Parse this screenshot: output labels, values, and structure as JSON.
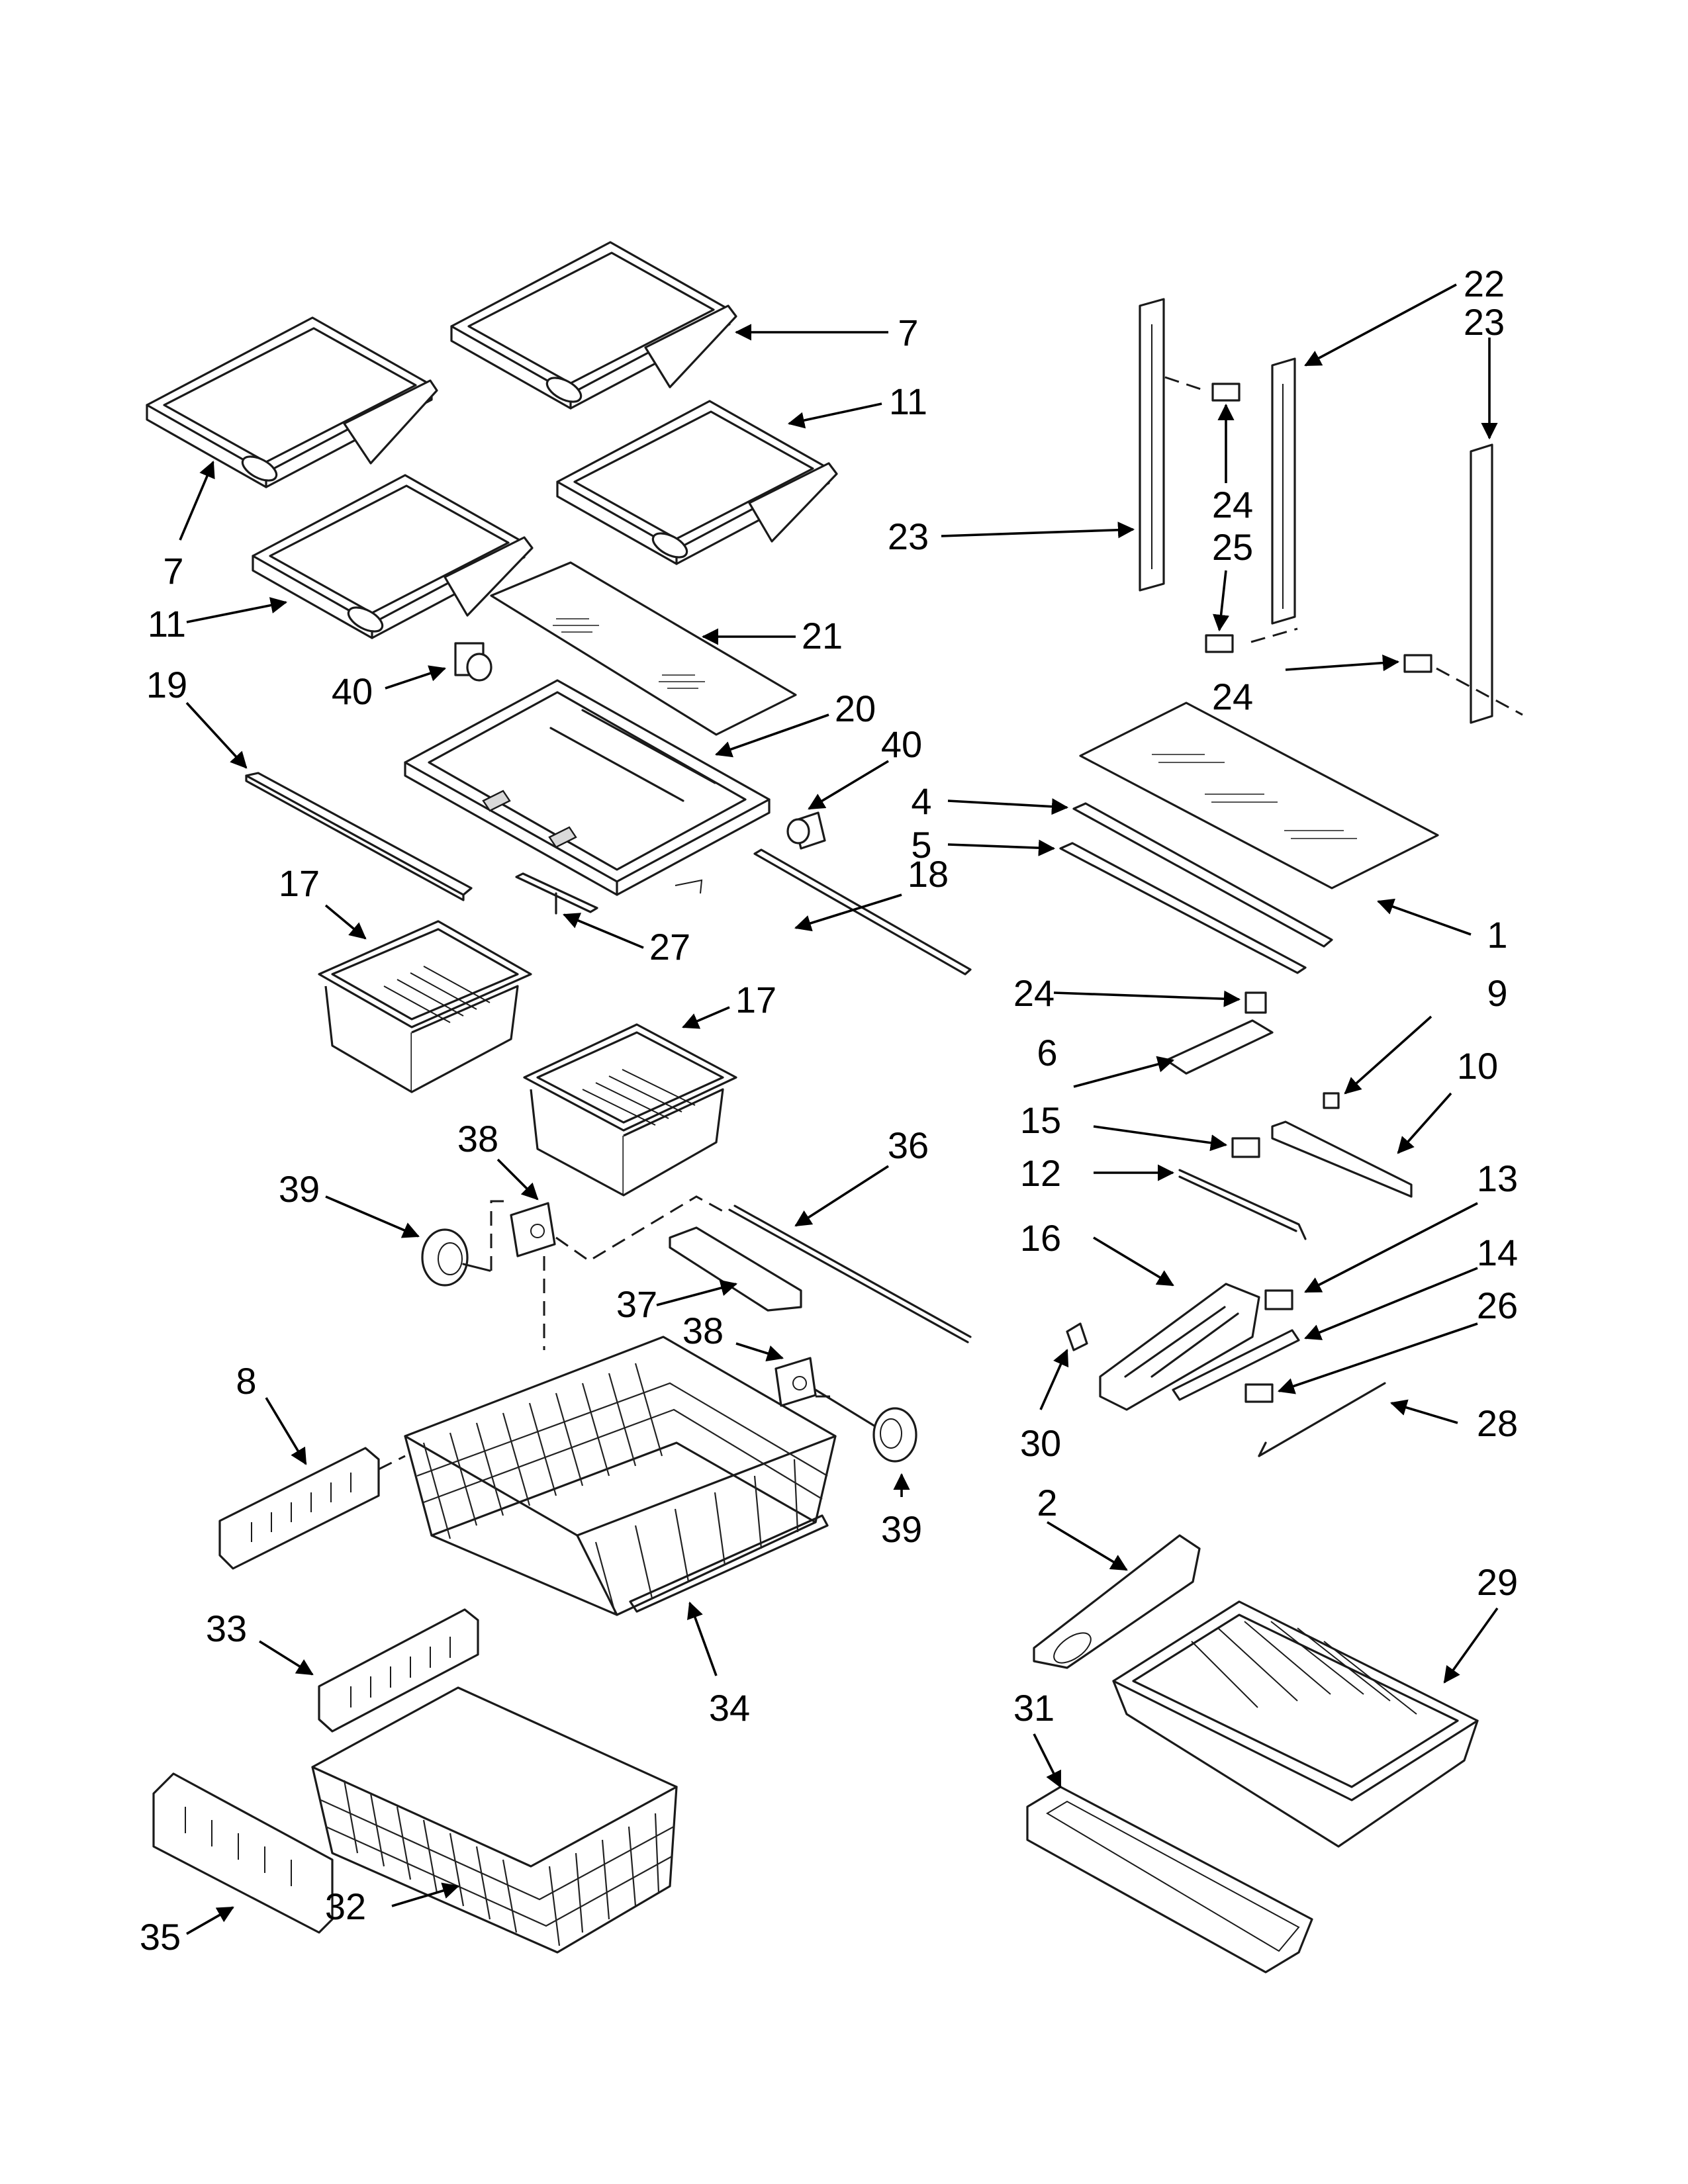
{
  "callouts": {
    "c1": "1",
    "c2": "2",
    "c4": "4",
    "c5": "5",
    "c6": "6",
    "c7a": "7",
    "c7b": "7",
    "c8": "8",
    "c9": "9",
    "c10": "10",
    "c11a": "11",
    "c11b": "11",
    "c12": "12",
    "c13": "13",
    "c14": "14",
    "c15": "15",
    "c16": "16",
    "c17a": "17",
    "c17b": "17",
    "c18": "18",
    "c19": "19",
    "c20": "20",
    "c21": "21",
    "c22": "22",
    "c23a": "23",
    "c23b": "23",
    "c24a": "24",
    "c24b": "24",
    "c24c": "24",
    "c25": "25",
    "c26": "26",
    "c27": "27",
    "c28": "28",
    "c29": "29",
    "c30": "30",
    "c31": "31",
    "c32": "32",
    "c33": "33",
    "c34": "34",
    "c35": "35",
    "c36": "36",
    "c37": "37",
    "c38a": "38",
    "c38b": "38",
    "c39a": "39",
    "c39b": "39",
    "c40a": "40",
    "c40b": "40"
  }
}
